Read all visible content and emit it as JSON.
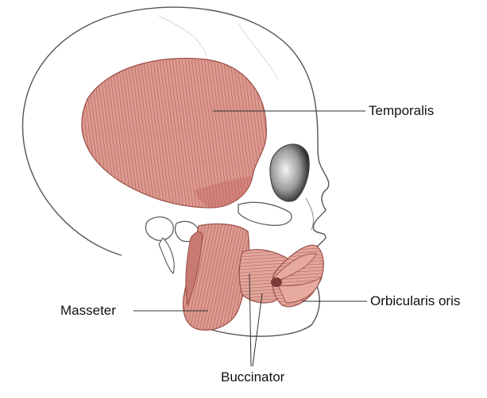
{
  "labels": {
    "temporalis": "Temporalis",
    "masseter": "Masseter",
    "orbicularis_oris": "Orbicularis oris",
    "buccinator": "Buccinator"
  },
  "colors": {
    "muscle_fill": "#d9938a",
    "muscle_stripe": "#a85a52",
    "bone_outline": "#555555",
    "leader_line": "#333333"
  }
}
